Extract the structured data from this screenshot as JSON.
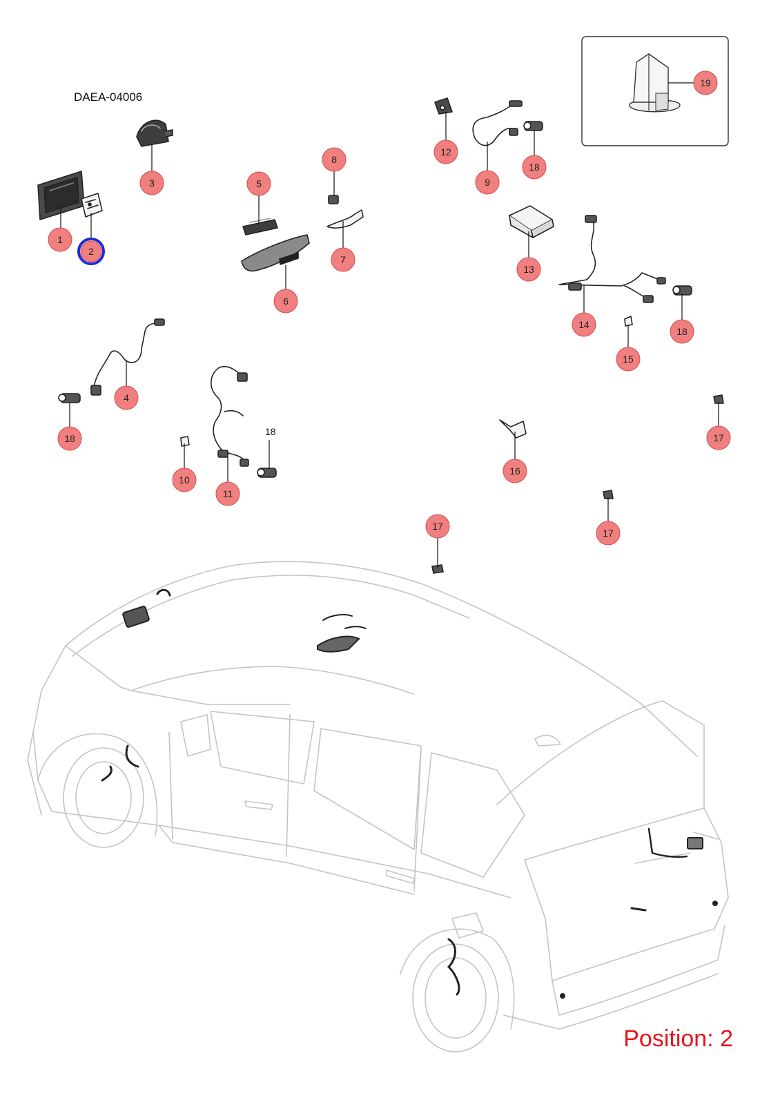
{
  "diagram_id": "DAEA-04006",
  "position_label": "Position: 2",
  "selected_callout": "2",
  "colors": {
    "callout_fill": "#f08080",
    "callout_stroke": "#d84848",
    "selected_ring": "#1a2bd8",
    "position_text": "#e8141b",
    "car_outline": "#bdbdbd",
    "part_line": "#333333"
  },
  "callouts": [
    {
      "id": "c1",
      "label": "1"
    },
    {
      "id": "c2",
      "label": "2"
    },
    {
      "id": "c3",
      "label": "3"
    },
    {
      "id": "c4",
      "label": "4"
    },
    {
      "id": "c5",
      "label": "5"
    },
    {
      "id": "c6",
      "label": "6"
    },
    {
      "id": "c7",
      "label": "7"
    },
    {
      "id": "c8",
      "label": "8"
    },
    {
      "id": "c9",
      "label": "9"
    },
    {
      "id": "c10",
      "label": "10"
    },
    {
      "id": "c11",
      "label": "11"
    },
    {
      "id": "c12",
      "label": "12"
    },
    {
      "id": "c13",
      "label": "13"
    },
    {
      "id": "c14",
      "label": "14"
    },
    {
      "id": "c15",
      "label": "15"
    },
    {
      "id": "c16",
      "label": "16"
    },
    {
      "id": "c17a",
      "label": "17"
    },
    {
      "id": "c17b",
      "label": "17"
    },
    {
      "id": "c17c",
      "label": "17"
    },
    {
      "id": "c18a",
      "label": "18"
    },
    {
      "id": "c18b",
      "label": "18"
    },
    {
      "id": "c18c",
      "label": "18"
    },
    {
      "id": "c19",
      "label": "19"
    }
  ],
  "plain_labels": [
    {
      "id": "p18",
      "label": "18"
    }
  ]
}
